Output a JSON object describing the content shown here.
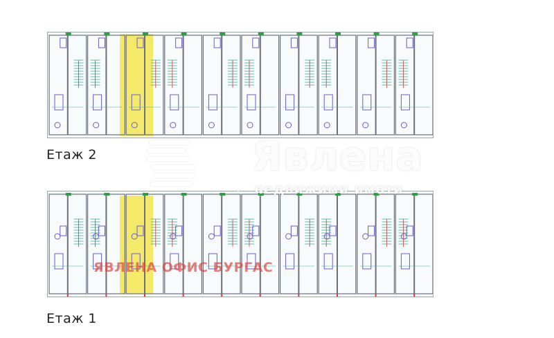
{
  "floors": [
    {
      "label": "Етаж 2",
      "units": 10,
      "highlighted_unit": 2
    },
    {
      "label": "Етаж 1",
      "units": 10,
      "highlighted_unit": 2
    }
  ],
  "watermark": {
    "brand": "Явлена",
    "subtitle": "недвижими имоти",
    "office": "ЯВЛЕНА ОФИС БУРГАС"
  },
  "colors": {
    "highlight": "#f5e96a",
    "walls": "#6b6f7a",
    "furniture": "#6a5acd",
    "green": "#2e9e44",
    "teal": "#3aa89a",
    "red": "#d43a3a"
  }
}
